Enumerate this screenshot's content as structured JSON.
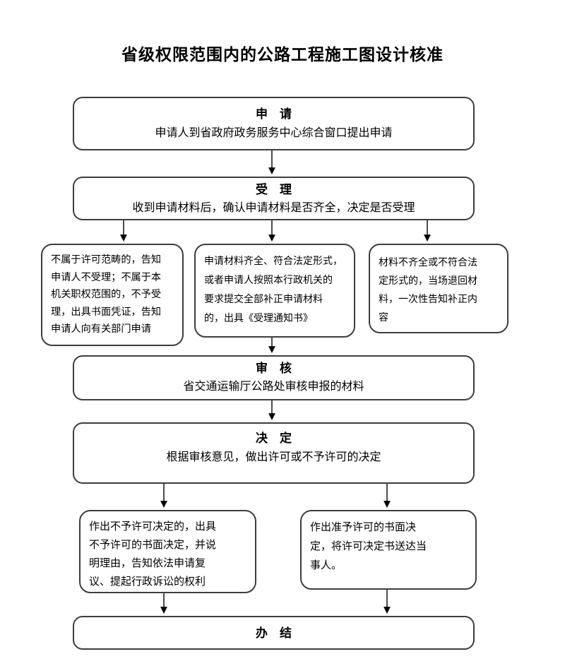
{
  "page_title": "省级权限范围内的公路工程施工图设计核准",
  "colors": {
    "border": "#3d3d3d",
    "text": "#000000",
    "background": "#ffffff"
  },
  "nodes": {
    "apply": {
      "title": "申　请",
      "desc": "申请人到省政府政务服务中心综合窗口提出申请"
    },
    "accept": {
      "title": "受　理",
      "desc": "收到申请材料后，确认申请材料是否齐全，决定是否受理"
    },
    "not_accept": {
      "text": "不属于许可范畴的，告知\n申请人不受理；不属于本\n机关职权范围的，不予受\n理，出具书面凭证，告知\n申请人向有关部门申请"
    },
    "accept_notice": {
      "text": "申请材料齐全、符合法定形式，\n或者申请人按照本行政机关的\n要求提交全部补正申请材料\n的，出具《受理通知书》"
    },
    "return_material": {
      "text": "材料不齐全或不符合法\n定形式的，当场退回材\n料，一次性告知补正内\n容"
    },
    "review": {
      "title": "审　核",
      "desc": "省交通运输厅公路处审核申报的材料"
    },
    "decision": {
      "title": "决　定",
      "desc": "根据审核意见，做出许可或不予许可的决定"
    },
    "deny": {
      "text": "作出不予许可决定的，出具\n不予许可的书面决定，并说\n明理由，告知依法申请复\n议、提起行政诉讼的权利"
    },
    "grant": {
      "text": "作出准予许可的书面决\n定，将许可决定书送达当\n事人。"
    },
    "finish": {
      "title": "办　结"
    }
  }
}
